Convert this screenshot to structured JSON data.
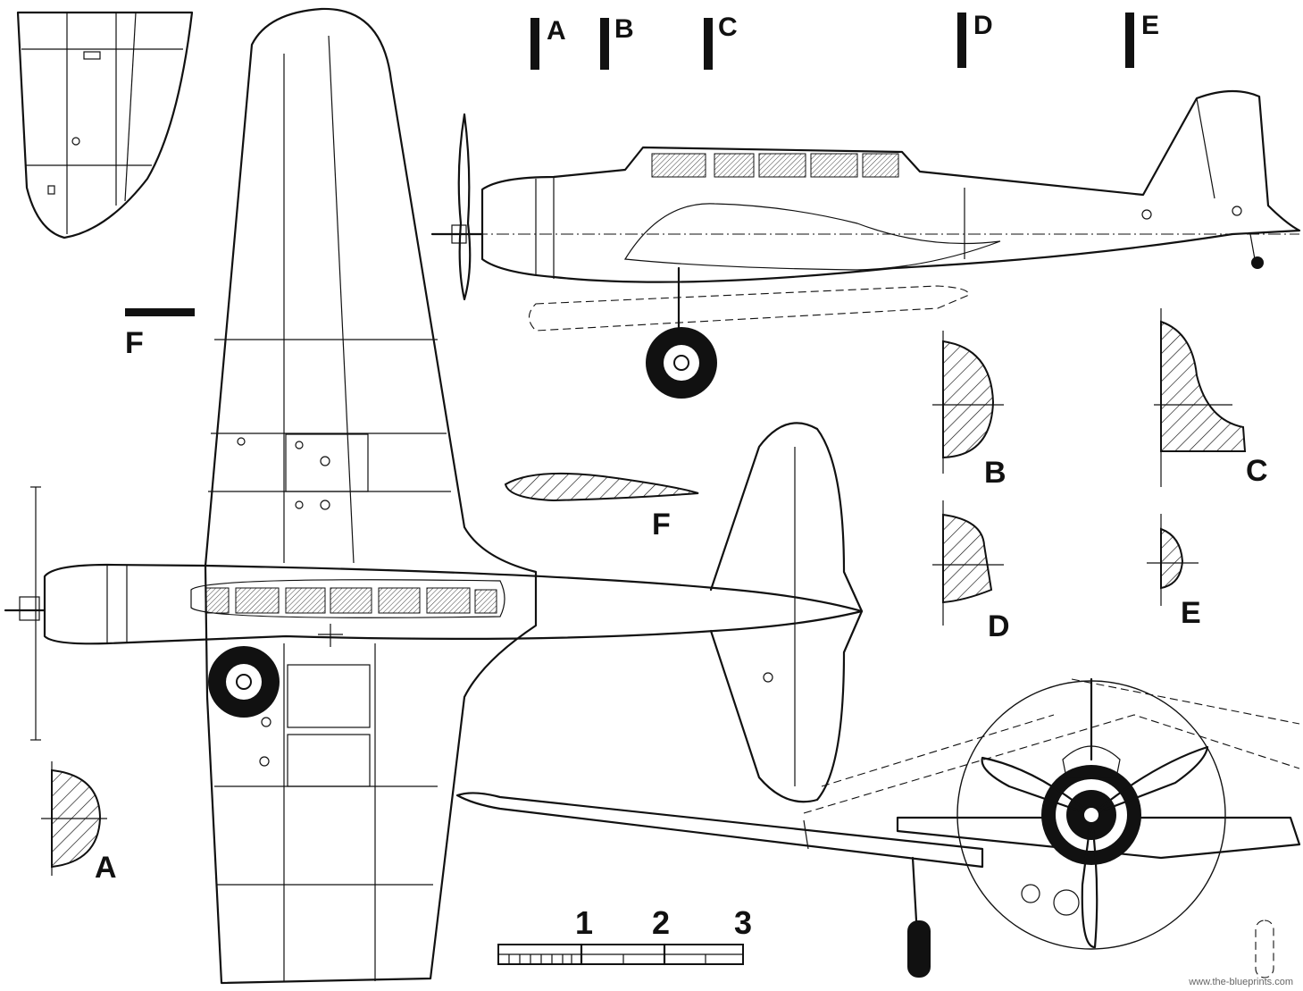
{
  "section_markers": {
    "A": "A",
    "B": "B",
    "C": "C",
    "D": "D",
    "E": "E",
    "F": "F"
  },
  "section_labels": {
    "A": "A",
    "B": "B",
    "C": "C",
    "D": "D",
    "E": "E",
    "F": "F"
  },
  "scale_bar": {
    "ticks": [
      "1",
      "2",
      "3"
    ]
  },
  "watermark": "www.the-blueprints.com"
}
